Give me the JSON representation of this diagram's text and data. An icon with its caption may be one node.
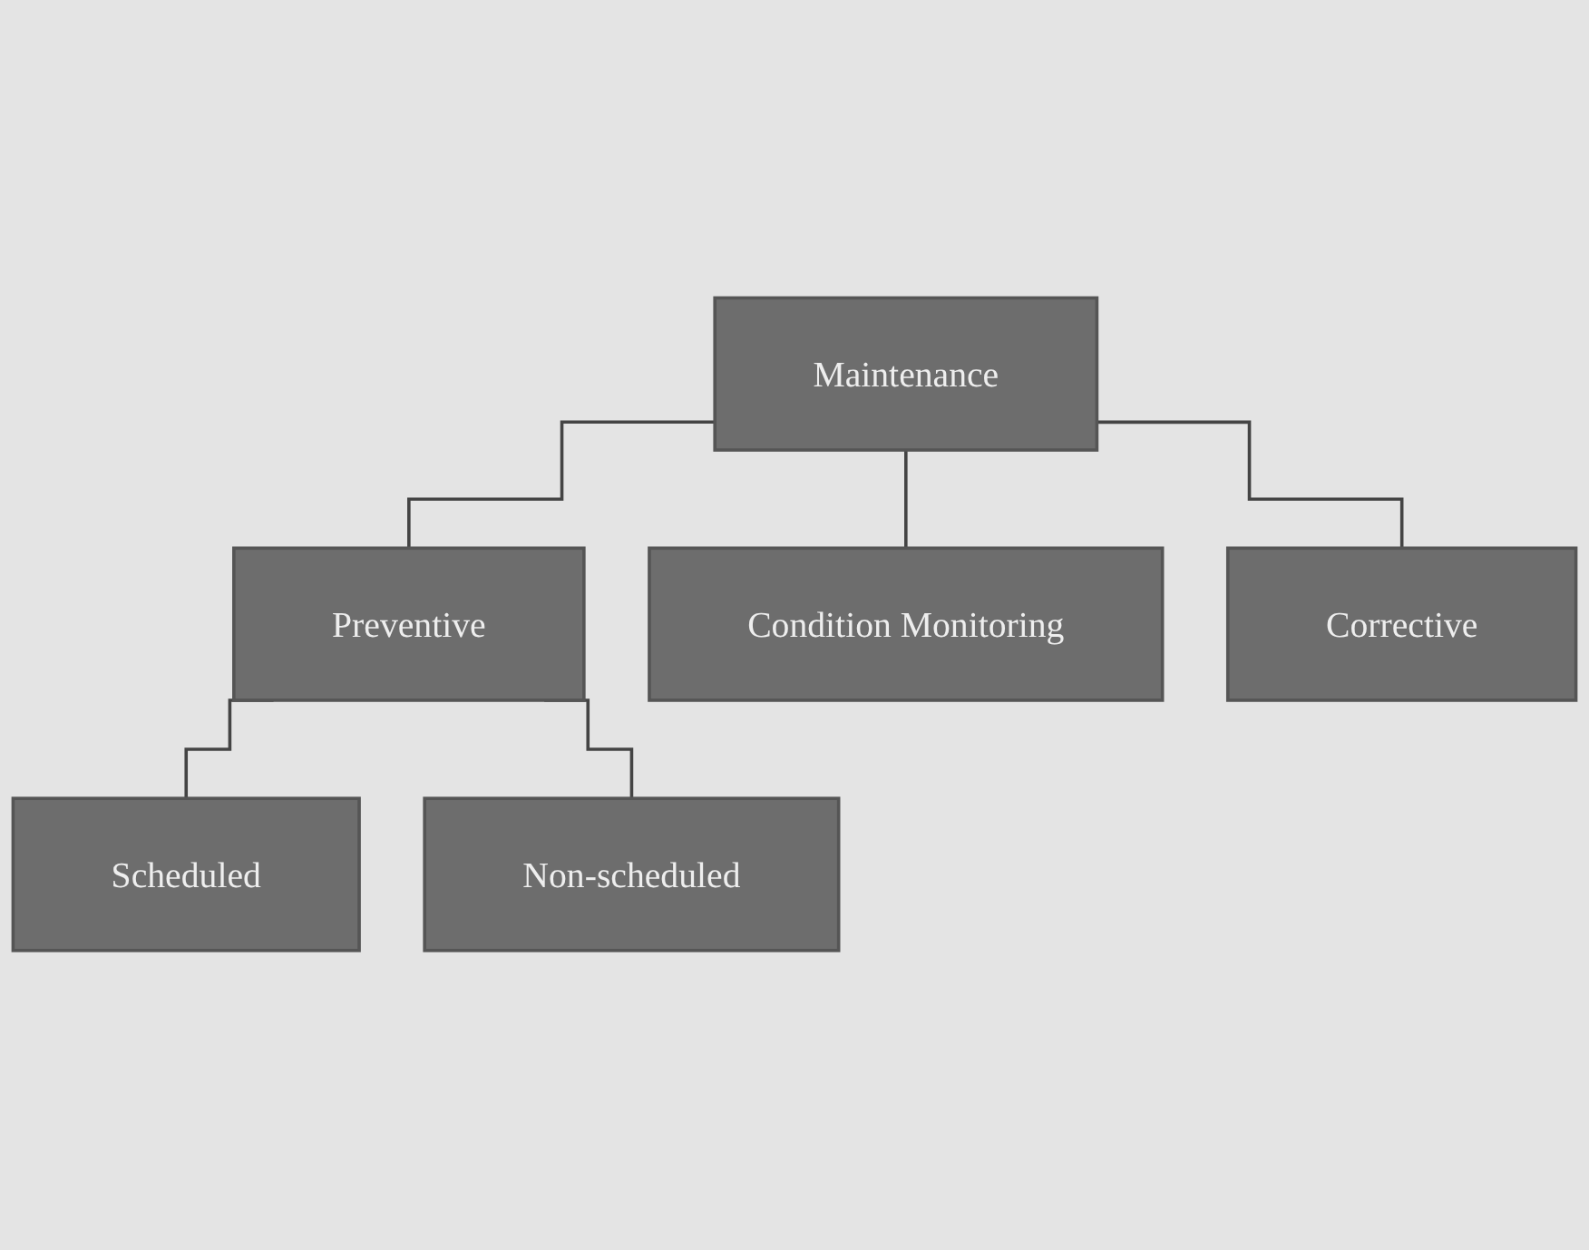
{
  "diagram": {
    "nodes": [
      {
        "text": [
          "Maintenance"
        ]
      },
      {
        "text": [
          "Preventive"
        ]
      },
      {
        "text": [
          "Condition Monitoring"
        ]
      },
      {
        "text": [
          "Corrective"
        ]
      },
      {
        "text": [
          "Scheduled"
        ]
      },
      {
        "text": [
          "Non-scheduled"
        ]
      }
    ],
    "edges": [
      {
        "from": 0,
        "to": 1,
        "arrow": "none"
      },
      {
        "from": 0,
        "to": 2,
        "arrow": "none"
      },
      {
        "from": 0,
        "to": 3,
        "arrow": "none"
      },
      {
        "from": 1,
        "to": 4,
        "arrow": "none"
      },
      {
        "from": 1,
        "to": 5,
        "arrow": "none"
      }
    ]
  }
}
